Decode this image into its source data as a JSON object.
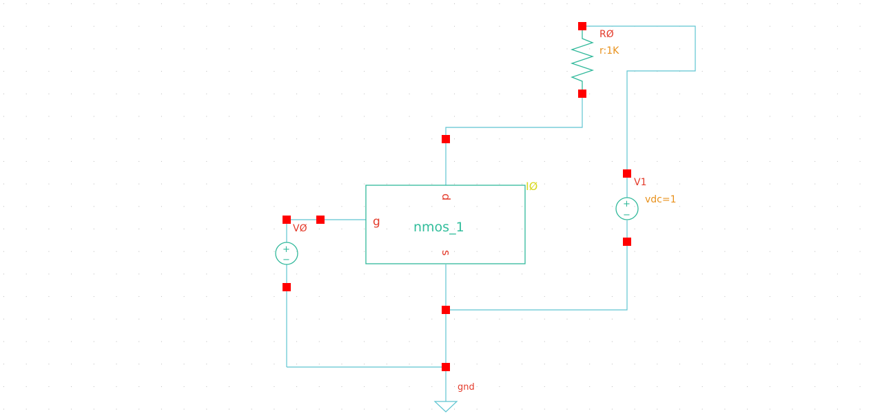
{
  "colors": {
    "background": "#ffffff",
    "grid_dot": "#b8b8b8",
    "wire": "#5ec4d0",
    "pin": "#ff0000",
    "instance_label": "#e33a2a",
    "parameter_label": "#e8901a",
    "device_body": "#2fb89a",
    "device_name": "#31bd9b",
    "pin_name": "#e33a2a",
    "instance_name_yellow": "#d8d820"
  },
  "schematic": {
    "resistor": {
      "instance": "RØ",
      "parameter": "r:1K"
    },
    "source_v0": {
      "instance": "VØ"
    },
    "source_v1": {
      "instance": "V1",
      "parameter": "vdc=1"
    },
    "nmos": {
      "instance": "IØ",
      "cell": "nmos_1",
      "pin_drain": "d",
      "pin_gate": "g",
      "pin_source": "s"
    },
    "ground": {
      "label": "gnd"
    },
    "source_symbol_plus": "+",
    "source_symbol_minus": "−"
  }
}
